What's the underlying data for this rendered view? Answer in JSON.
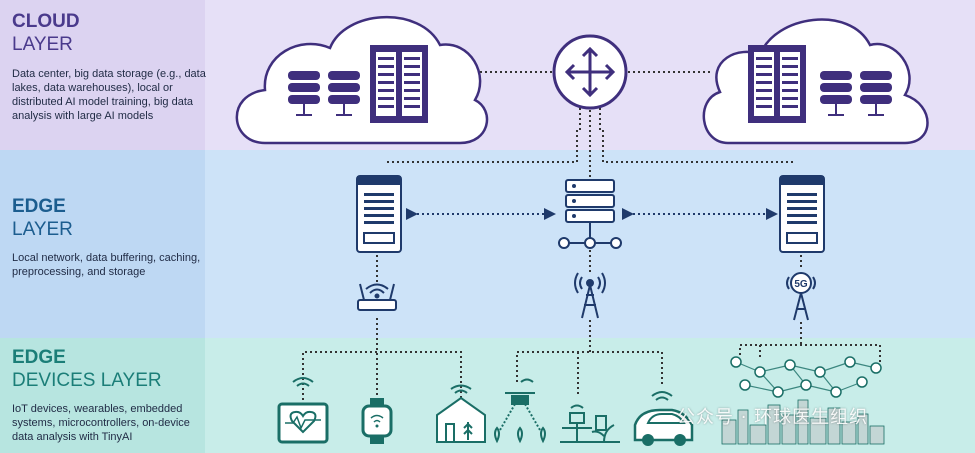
{
  "layers": {
    "cloud": {
      "title_bold": "CLOUD",
      "title": "LAYER",
      "description": "Data center, big data storage (e.g., data lakes, data warehouses), local or distributed AI model training, big data analysis with large AI models"
    },
    "edge": {
      "title_bold": "EDGE",
      "title": "LAYER",
      "description": "Local network, data buffering, caching, preprocessing, and storage"
    },
    "devices": {
      "title_bold": "EDGE",
      "title": "DEVICES LAYER",
      "description": "IoT devices, wearables, embedded systems, microcontrollers, on-device data analysis with TinyAI"
    }
  },
  "tower_badge": "5G",
  "watermark": "公众号 · 环球医生组织",
  "colors": {
    "cloud_band": "#e6e0f7",
    "edge_band": "#cde3f8",
    "devices_band": "#c8ede9",
    "icon_purple": "#3f2f7d",
    "icon_navy": "#1f3a6b",
    "icon_green": "#1a6e66"
  },
  "icons": [
    "cloud-icon",
    "database-icon",
    "server-rack-icon",
    "router-icon",
    "edge-server-icon",
    "network-hub-icon",
    "wifi-router-icon",
    "cell-tower-icon",
    "5g-tower-icon",
    "tablet-heart-icon",
    "smartwatch-icon",
    "smart-home-icon",
    "drone-icon",
    "smart-farm-icon",
    "self-driving-car-icon",
    "smart-city-icon"
  ]
}
